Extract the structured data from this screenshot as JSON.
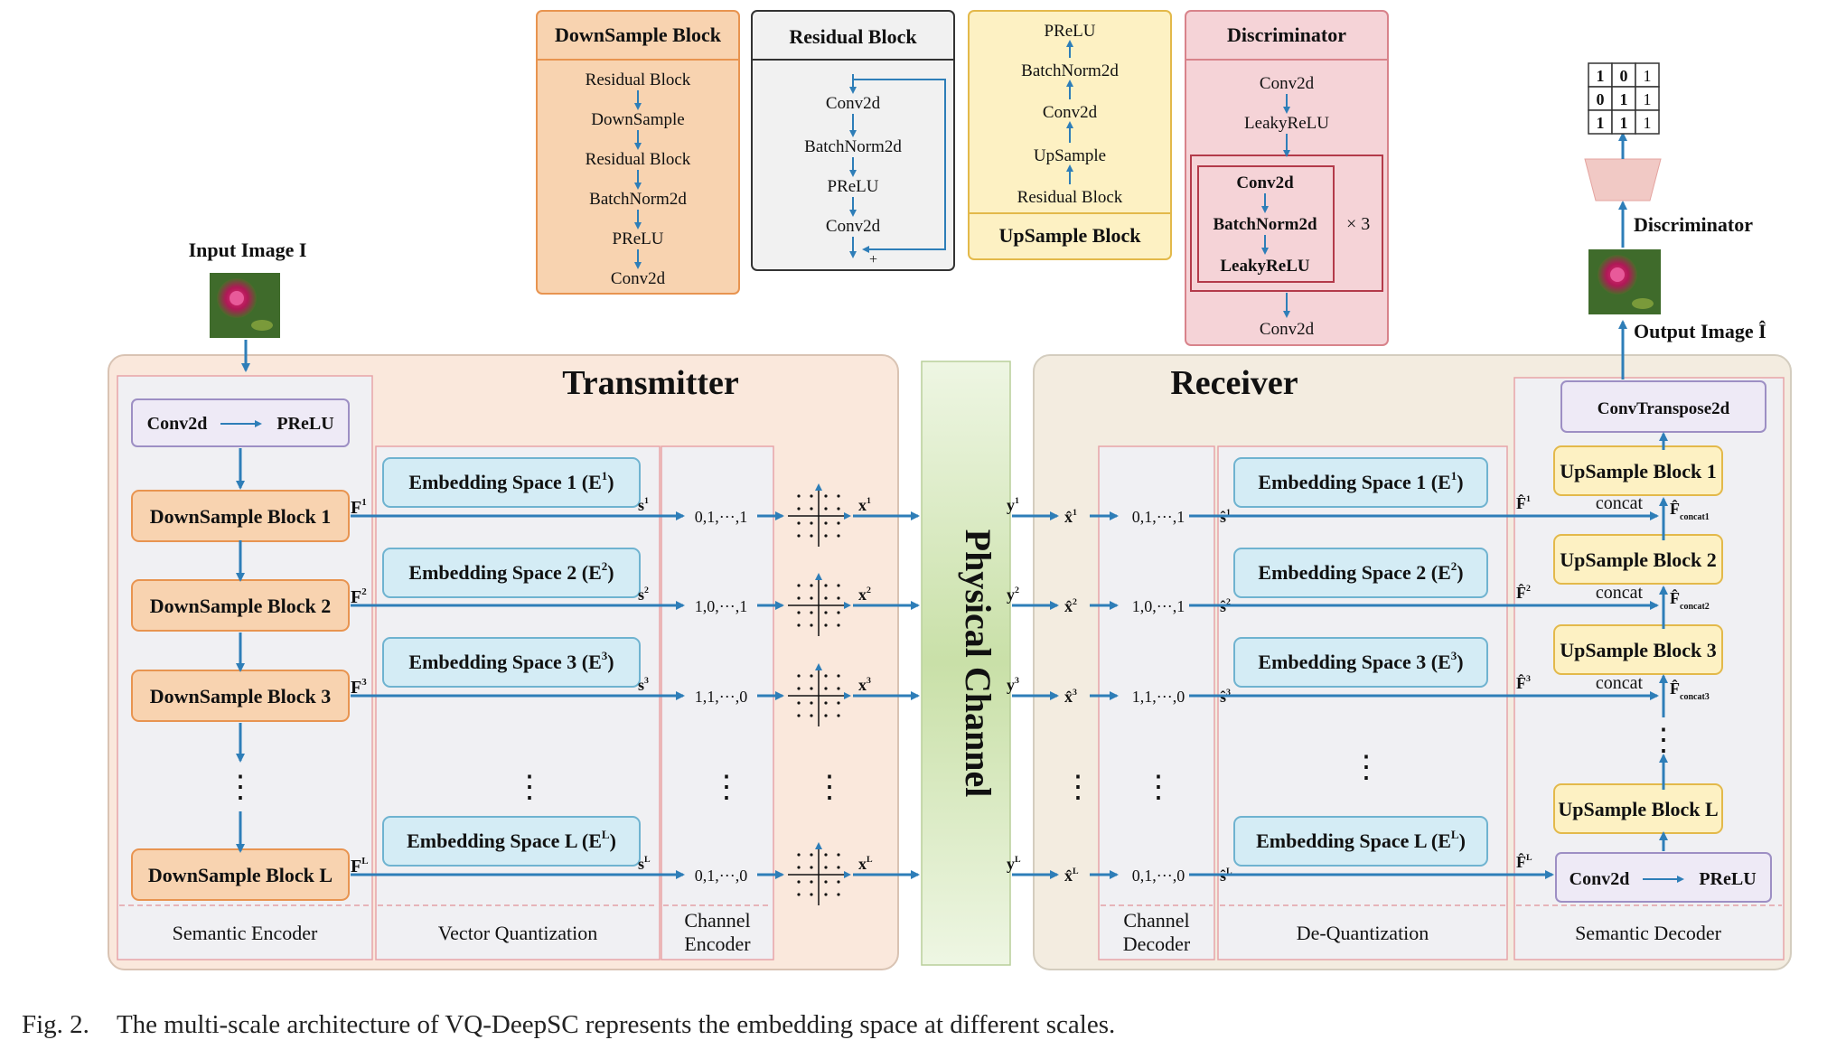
{
  "blocks": {
    "downsample": {
      "title": "DownSample Block",
      "items": [
        "Residual Block",
        "DownSample",
        "Residual Block",
        "BatchNorm2d",
        "PReLU",
        "Conv2d"
      ]
    },
    "residual": {
      "title": "Residual Block",
      "items": [
        "Conv2d",
        "BatchNorm2d",
        "PReLU",
        "Conv2d"
      ],
      "plus": "+"
    },
    "upsample": {
      "title": "UpSample Block",
      "items": [
        "PReLU",
        "BatchNorm2d",
        "Conv2d",
        "UpSample",
        "Residual Block"
      ]
    },
    "discriminator": {
      "title": "Discriminator",
      "top": [
        "Conv2d",
        "LeakyReLU"
      ],
      "loop": [
        "Conv2d",
        "BatchNorm2d",
        "LeakyReLU"
      ],
      "repeat": "× 3",
      "bottom": "Conv2d"
    }
  },
  "transmitter": {
    "title": "Transmitter",
    "input_label": "Input Image I",
    "first_layer": [
      "Conv2d",
      "PReLU"
    ],
    "downsample_blocks": [
      "DownSample Block 1",
      "DownSample Block 2",
      "DownSample Block 3",
      "DownSample Block L"
    ],
    "features": [
      "F",
      "F",
      "F",
      "F"
    ],
    "feature_sups": [
      "1",
      "2",
      "3",
      "L"
    ],
    "embedding": [
      {
        "text": "Embedding Space 1 (",
        "bold": "E",
        "sup": "1",
        "close": ")"
      },
      {
        "text": "Embedding Space 2 (",
        "bold": "E",
        "sup": "2",
        "close": ")"
      },
      {
        "text": "Embedding Space 3 (",
        "bold": "E",
        "sup": "3",
        "close": ")"
      },
      {
        "text": "Embedding Space L (",
        "bold": "E",
        "sup": "L",
        "close": ")"
      }
    ],
    "s_labels": [
      "s",
      "s",
      "s",
      "s"
    ],
    "bits": [
      "0,1,···,1",
      "1,0,···,1",
      "1,1,···,0",
      "0,1,···,0"
    ],
    "x_labels": [
      "x",
      "x",
      "x",
      "x"
    ],
    "sections": [
      "Semantic Encoder",
      "Vector Quantization",
      "Channel",
      "Encoder"
    ],
    "dots": "⋮"
  },
  "channel": {
    "label": "Physical Channel"
  },
  "receiver": {
    "title": "Receiver",
    "y_labels": [
      "y",
      "y",
      "y",
      "y"
    ],
    "xhat_labels": [
      "x̂",
      "x̂",
      "x̂",
      "x̂"
    ],
    "bits": [
      "0,1,···,1",
      "1,0,···,1",
      "1,1,···,0",
      "0,1,···,0"
    ],
    "shat_labels": [
      "ŝ",
      "ŝ",
      "ŝ",
      "ŝ"
    ],
    "embedding": [
      {
        "text": "Embedding Space 1 (",
        "bold": "E",
        "sup": "1",
        "close": ")"
      },
      {
        "text": "Embedding Space 2 (",
        "bold": "E",
        "sup": "2",
        "close": ")"
      },
      {
        "text": "Embedding Space 3 (",
        "bold": "E",
        "sup": "3",
        "close": ")"
      },
      {
        "text": "Embedding Space L (",
        "bold": "E",
        "sup": "L",
        "close": ")"
      }
    ],
    "fhat_labels": [
      "F̂",
      "F̂",
      "F̂",
      "F̂"
    ],
    "upsample_blocks": [
      "UpSample Block 1",
      "UpSample Block 2",
      "UpSample Block 3",
      "UpSample Block L"
    ],
    "concat": [
      "concat",
      "concat",
      "concat"
    ],
    "concat_labels": [
      "F̂",
      "F̂",
      "F̂"
    ],
    "concat_subs": [
      "concat1",
      "concat2",
      "concat3"
    ],
    "convtranspose": "ConvTranspose2d",
    "last_layer": [
      "Conv2d",
      "PReLU"
    ],
    "sections": [
      "Channel",
      "Decoder",
      "De-Quantization",
      "Semantic Decoder"
    ],
    "output_label": "Output Image Î",
    "discriminator_label": "Discriminator",
    "matrix": [
      [
        "1",
        "0",
        "1"
      ],
      [
        "0",
        "1",
        "1"
      ],
      [
        "1",
        "1",
        "1"
      ]
    ]
  },
  "caption": {
    "figure": "Fig. 2.",
    "text": "The multi-scale architecture of VQ-DeepSC represents the embedding space at different scales."
  },
  "colors": {
    "arrow": "#2e7eb8",
    "orange_fill": "#f8d3b0",
    "orange_stroke": "#e89450",
    "yellow_fill": "#fdf1c3",
    "yellow_stroke": "#e3b94a",
    "blue_fill": "#d4ecf5",
    "blue_stroke": "#6fb3d0",
    "purple_fill": "#eeeaf6",
    "purple_stroke": "#9d8fc4",
    "pink_fill": "#f5d3d7",
    "pink_stroke": "#d8838b",
    "green_fill": "#cfe3b1",
    "transmitter_bg": "#fae8dc",
    "receiver_bg": "#f3ece0"
  }
}
